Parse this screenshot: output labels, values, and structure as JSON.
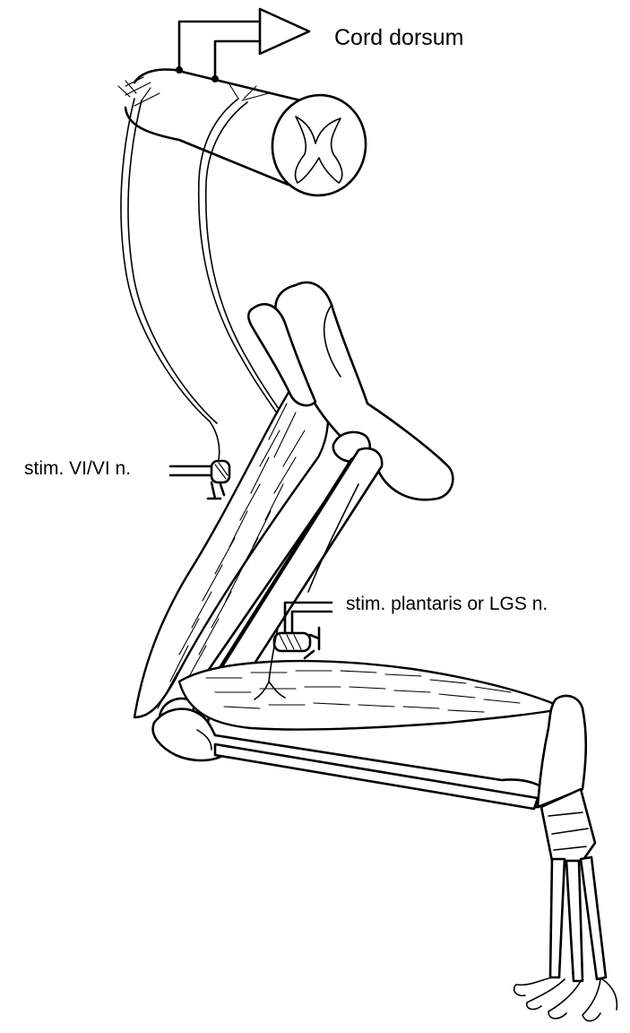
{
  "labels": {
    "cord_dorsum": "Cord dorsum",
    "stim_vivi": "stim. VI/VI n.",
    "stim_plantaris": "stim. plantaris or LGS n."
  },
  "colors": {
    "ink": "#000000",
    "background": "#ffffff"
  }
}
